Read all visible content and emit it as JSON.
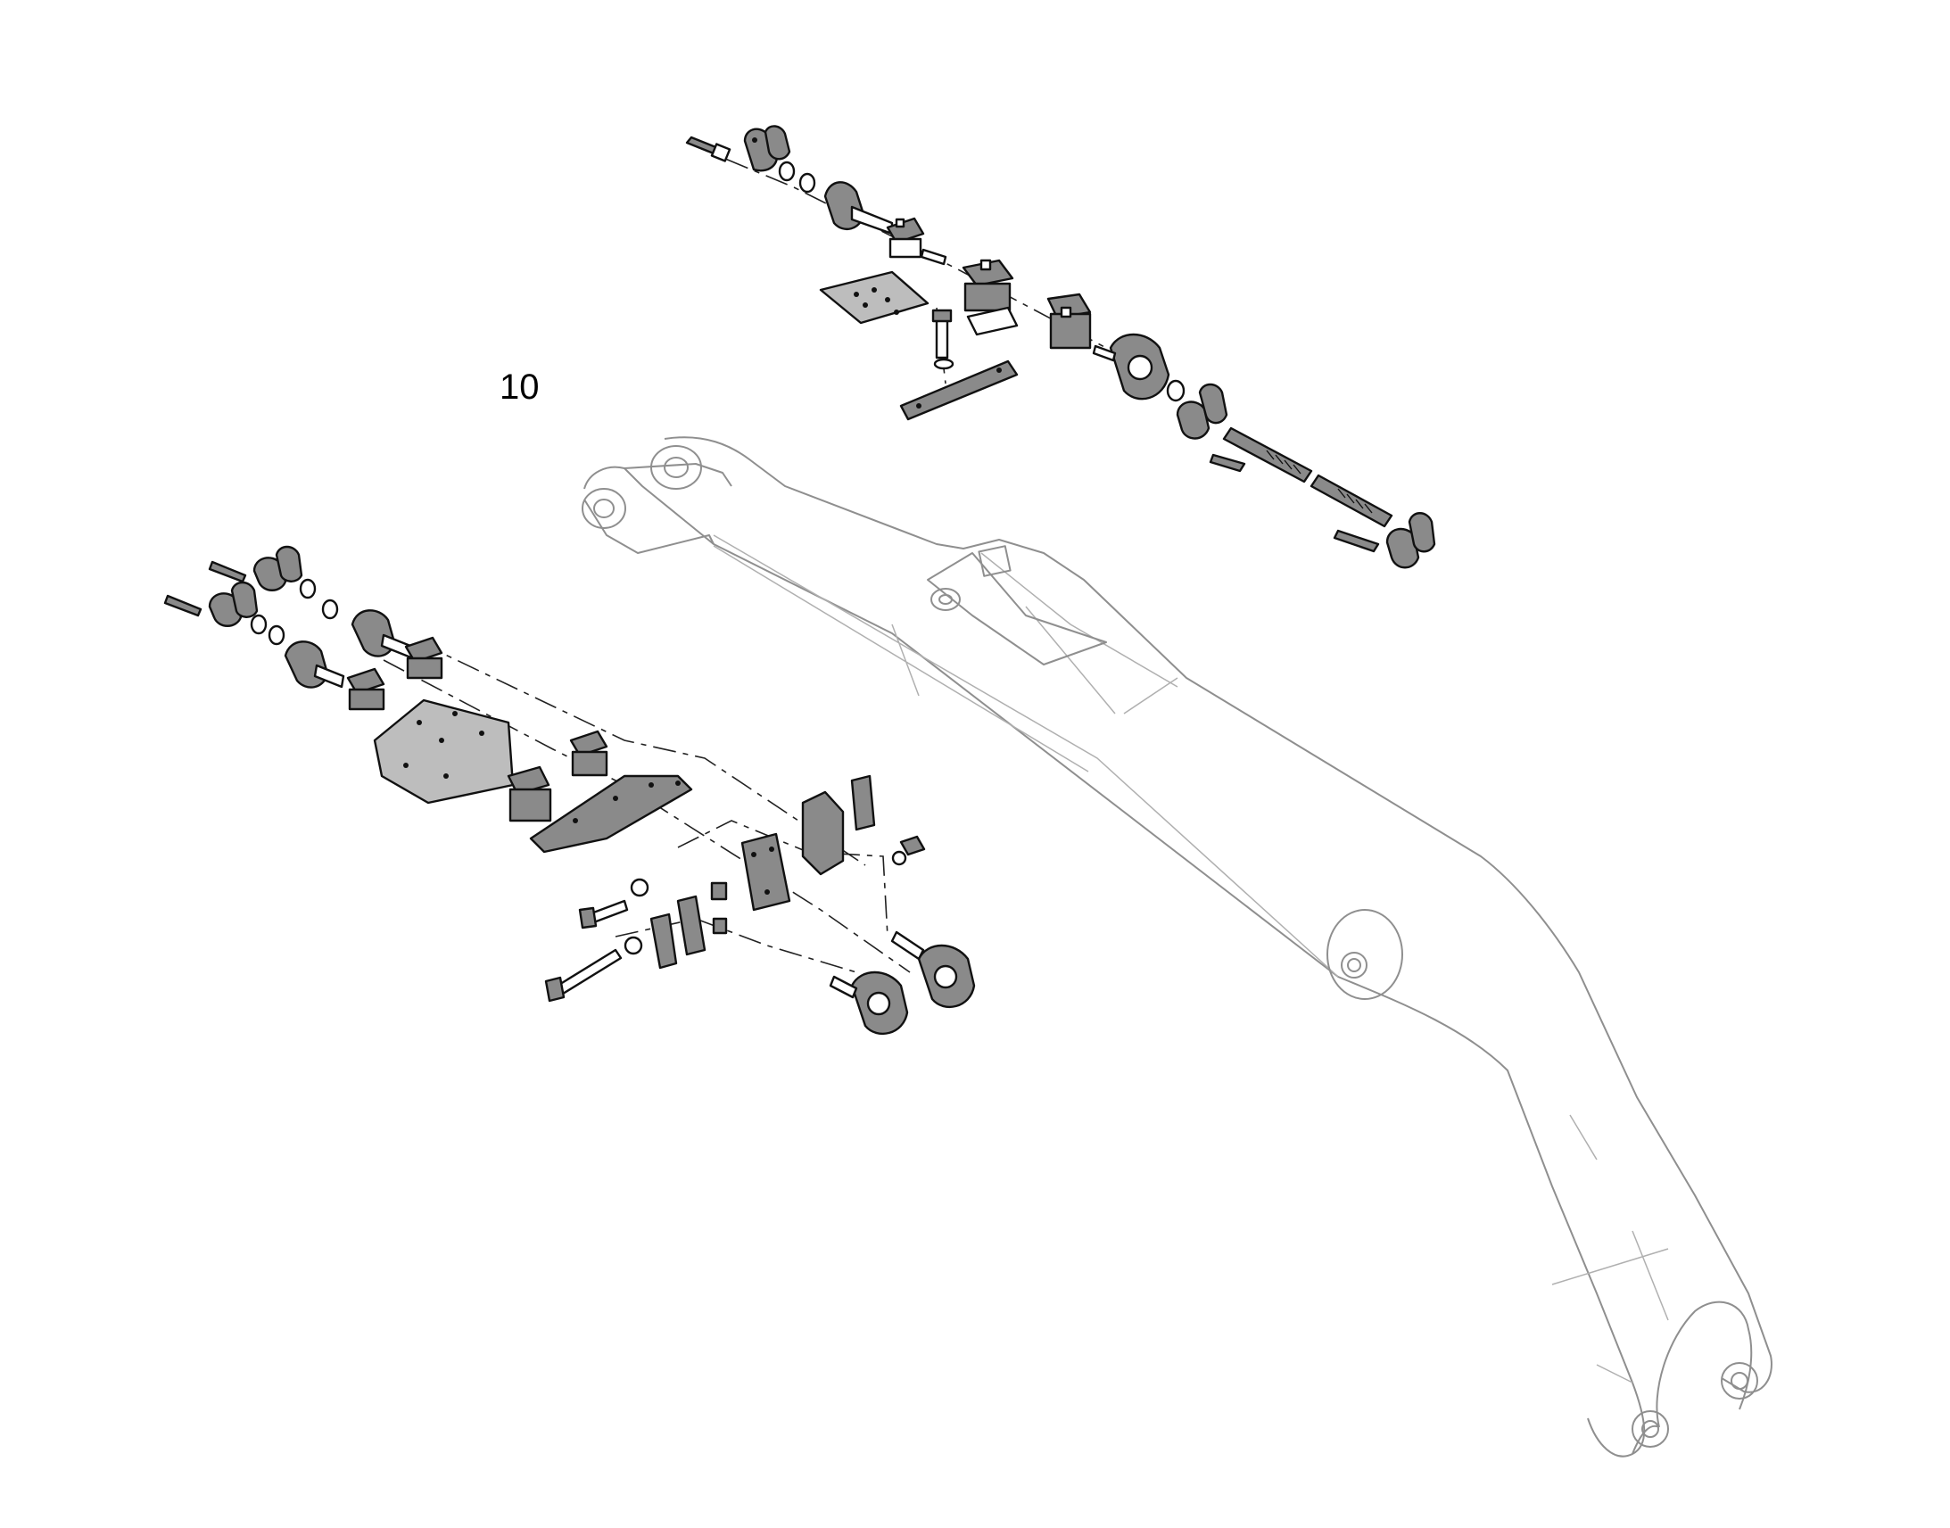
{
  "diagram": {
    "callouts": [
      {
        "id": "callout-10",
        "label": "10"
      }
    ],
    "colors": {
      "boom_outline": "#8f8f8f",
      "part_outline": "#111111",
      "part_fill_dark": "#8a8a8a",
      "background": "#ffffff"
    },
    "assemblies": [
      {
        "name": "upper-hose-clamp-assembly",
        "components": [
          "bolt",
          "split-flange",
          "o-ring",
          "flange-fitting",
          "clamp-block",
          "clamp-plate",
          "bracket-bar",
          "tube"
        ]
      },
      {
        "name": "lower-hose-clamp-assembly",
        "components": [
          "bolt",
          "split-flange",
          "o-ring",
          "flange-fitting",
          "clamp-block",
          "clamp-plate",
          "bracket",
          "nut",
          "washer"
        ]
      },
      {
        "name": "boom-arm",
        "components": [
          "boom"
        ]
      }
    ]
  }
}
